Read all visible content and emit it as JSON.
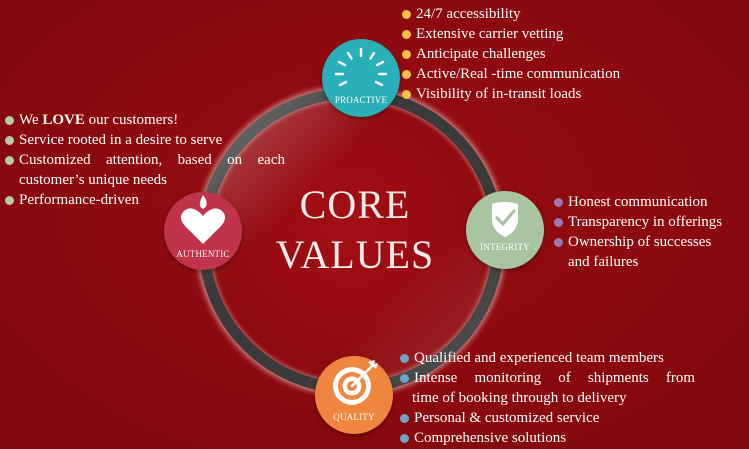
{
  "center": {
    "line1": "CORE",
    "line2": "VALUES"
  },
  "colors": {
    "background": "#8b0a0e",
    "proactive": "#2aaeb8",
    "integrity": "#a9c4a1",
    "authentic": "#c0334a",
    "quality": "#ef8640"
  },
  "proactive": {
    "label": "PROACTIVE",
    "icon": "sunburst-icon",
    "items": [
      "24/7 accessibility",
      "Extensive carrier vetting",
      "Anticipate challenges",
      "Active/Real -time communication",
      "Visibility of in-transit loads"
    ]
  },
  "integrity": {
    "label": "INTEGRITY",
    "icon": "shield-check-icon",
    "items": [
      "Honest communication",
      "Transparency in offerings",
      "Ownership of successes",
      "and failures"
    ]
  },
  "authentic": {
    "label": "AUTHENTIC",
    "icon": "heart-flame-icon",
    "items": {
      "love_pre": "We ",
      "love_bold": "LOVE",
      "love_post": " our customers!",
      "i2": "Service rooted in a desire to serve",
      "i3a": "Customized attention, based on each",
      "i3b": "customer’s unique needs",
      "i4": "Performance-driven"
    }
  },
  "quality": {
    "label": "QUALITY",
    "icon": "target-arrow-icon",
    "items": {
      "i1": "Qualified and experienced team members",
      "i2a": "Intense monitoring of shipments from",
      "i2b": "time of booking through to delivery",
      "i3": "Personal & customized service",
      "i4": "Comprehensive solutions"
    }
  }
}
